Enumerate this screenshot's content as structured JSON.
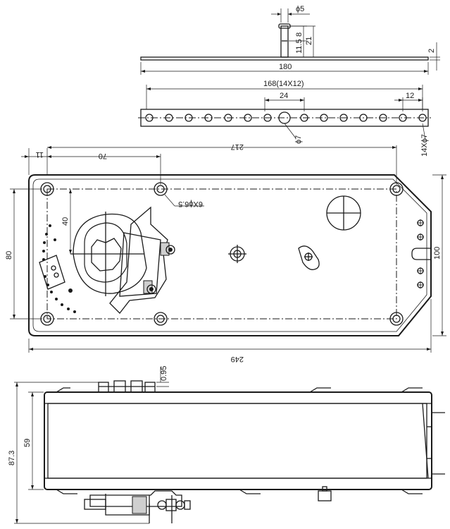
{
  "dimensions": {
    "pin_dia": "ϕ5",
    "pin_top": "8",
    "pin_bottom": "11.5",
    "pin_total": "21",
    "plate_thickness": "2",
    "plate_length": "180",
    "hole_span": "168(14X12)",
    "center_gap": "24",
    "pitch": "12",
    "center_hole_dia": "ϕ7",
    "slot_holes": "14Xϕ7",
    "top_offset": "11",
    "hole_spacing": "70",
    "mount_span": "217",
    "mount_holes": "6Xϕ6.5",
    "arm_height": "40",
    "body_height": "80",
    "body_width": "100",
    "body_length": "249",
    "clip_thickness": "0.95",
    "side_height": "59",
    "total_height": "87.3"
  }
}
